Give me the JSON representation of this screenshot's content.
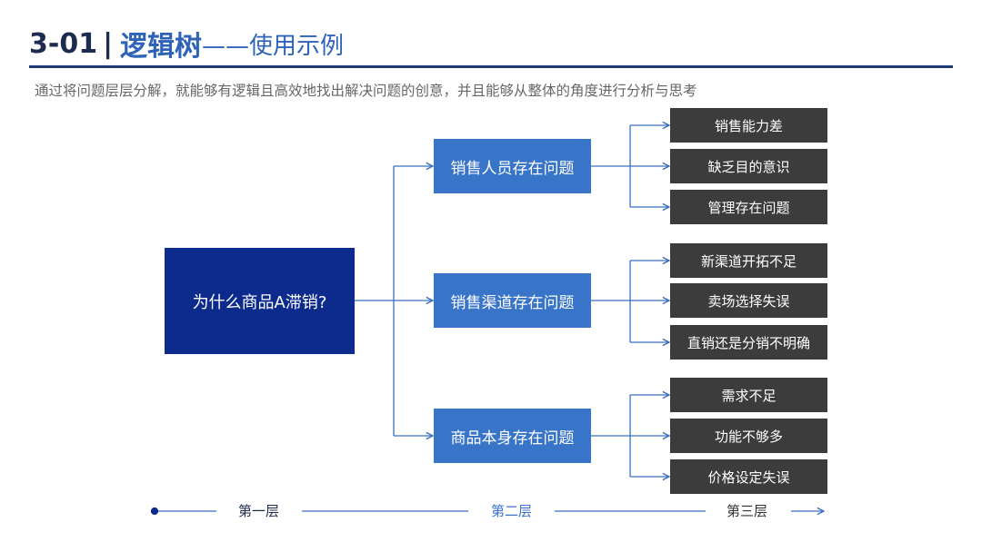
{
  "title": {
    "number": "3-01",
    "separator": "|",
    "main": "逻辑树",
    "sub": "——使用示例"
  },
  "description": "通过将问题层层分解，就能够有逻辑且高效地找出解决问题的创意，并且能够从整体的角度进行分析与思考",
  "tree": {
    "root": "为什么商品A滞销?",
    "branches": [
      {
        "label": "销售人员存在问题",
        "leaves": [
          "销售能力差",
          "缺乏目的意识",
          "管理存在问题"
        ]
      },
      {
        "label": "销售渠道存在问题",
        "leaves": [
          "新渠道开拓不足",
          "卖场选择失误",
          "直销还是分销不明确"
        ]
      },
      {
        "label": "商品本身存在问题",
        "leaves": [
          "需求不足",
          "功能不够多",
          "价格设定失误"
        ]
      }
    ]
  },
  "levels": [
    "第一层",
    "第二层",
    "第三层"
  ],
  "colors": {
    "title_dark": "#1d2b4f",
    "title_accent": "#2f63b7",
    "root_fill": "#0d2b8c",
    "branch_fill": "#3874c8",
    "leaf_fill": "#3c3c3c",
    "connector": "#3b6fbf"
  }
}
